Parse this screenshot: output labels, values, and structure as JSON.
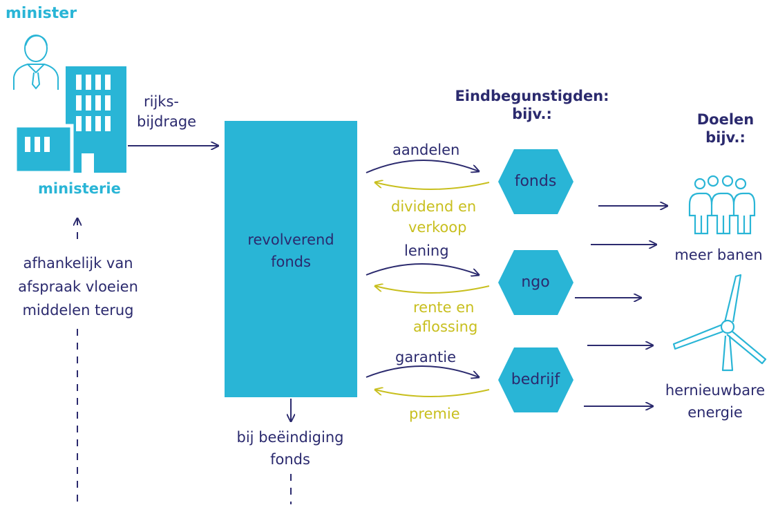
{
  "minister": {
    "label": "minister"
  },
  "ministry": {
    "label": "ministerie"
  },
  "contribution": {
    "line1": "rijks-",
    "line2": "bijdrage"
  },
  "return_note": {
    "line1": "afhankelijk van",
    "line2": "afspraak vloeien",
    "line3": "middelen terug"
  },
  "fund": {
    "line1": "revolverend",
    "line2": "fonds"
  },
  "end_note": {
    "line1": "bij beëindiging",
    "line2": "fonds"
  },
  "beneficiaries": {
    "title_line1": "Eindbegunstigden:",
    "title_line2": "bijv.:",
    "items": [
      {
        "label": "fonds",
        "out": "aandelen",
        "back_line1": "dividend en",
        "back_line2": "verkoop"
      },
      {
        "label": "ngo",
        "out": "lening",
        "back_line1": "rente en",
        "back_line2": "aflossing"
      },
      {
        "label": "bedrijf",
        "out": "garantie",
        "back_line1": "premie",
        "back_line2": ""
      }
    ]
  },
  "goals": {
    "title_line1": "Doelen",
    "title_line2": "bijv.:",
    "items": [
      {
        "label_line1": "meer banen",
        "label_line2": "",
        "icon": "people-icon"
      },
      {
        "label_line1": "hernieuwbare",
        "label_line2": "energie",
        "icon": "wind-turbine-icon"
      }
    ]
  },
  "colors": {
    "cyan": "#29b5d6",
    "navy": "#2b2a6e",
    "gold": "#c8bf1e"
  }
}
